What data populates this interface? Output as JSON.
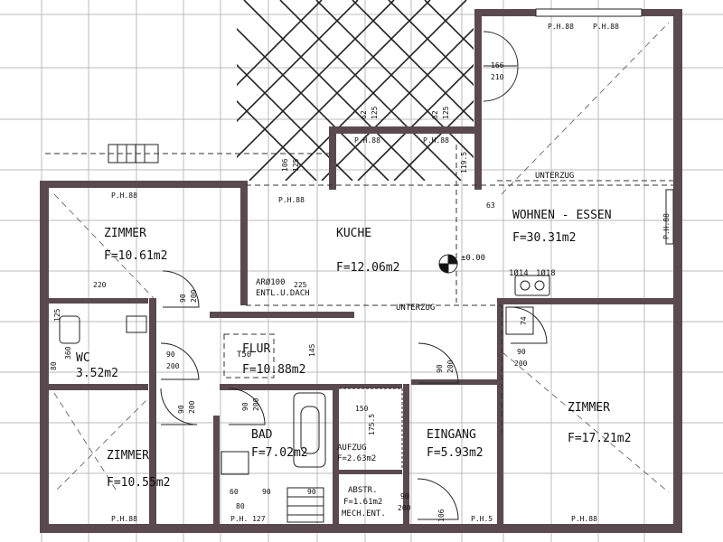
{
  "rooms": {
    "zimmer1": {
      "name": "ZIMMER",
      "area": "F=10.61m2"
    },
    "kueche": {
      "name": "KUCHE",
      "area": "F=12.06m2"
    },
    "wohnen": {
      "name": "WOHNEN - ESSEN",
      "area": "F=30.31m2"
    },
    "wc": {
      "name": "WC",
      "area": "3.52m2"
    },
    "flur": {
      "name": "FLUR",
      "area": "F=10.88m2"
    },
    "zimmer2": {
      "name": "ZIMMER",
      "area": "F=10.55m2"
    },
    "bad": {
      "name": "BAD",
      "area": "F=7.02m2"
    },
    "aufzug": {
      "name": "AUFZUG",
      "area": "F=2.63m2"
    },
    "eingang": {
      "name": "EINGANG",
      "area": "F=5.93m2"
    },
    "zimmer3": {
      "name": "ZIMMER",
      "area": "F=17.21m2"
    },
    "abstr": {
      "name": "ABSTR.",
      "area": "F=1.61m2",
      "note": "MECH.ENT."
    }
  },
  "annotations": {
    "ph": "P.H.88",
    "ph_127": "P.H. 127",
    "ph_5": "P.H.5",
    "unterzug": "UNTERZUG",
    "level": "±0.00",
    "ar_line1": "ARØ100",
    "ar_line2": "ENTL.U.DACH",
    "d14": "1Ø14",
    "d18": "1Ø18",
    "t50": "T50"
  },
  "dimensions": {
    "d166": "166",
    "d210": "210",
    "d62": "62",
    "d125": "125",
    "d106": "106",
    "d119": "119.5",
    "d63": "63",
    "d225": "225",
    "d220": "220",
    "d90": "90",
    "d200": "200",
    "d145": "145",
    "d150": "150",
    "d175": "175.5",
    "d74": "74",
    "d60": "60",
    "d80": "80",
    "d125b": "125",
    "d360": "360"
  }
}
